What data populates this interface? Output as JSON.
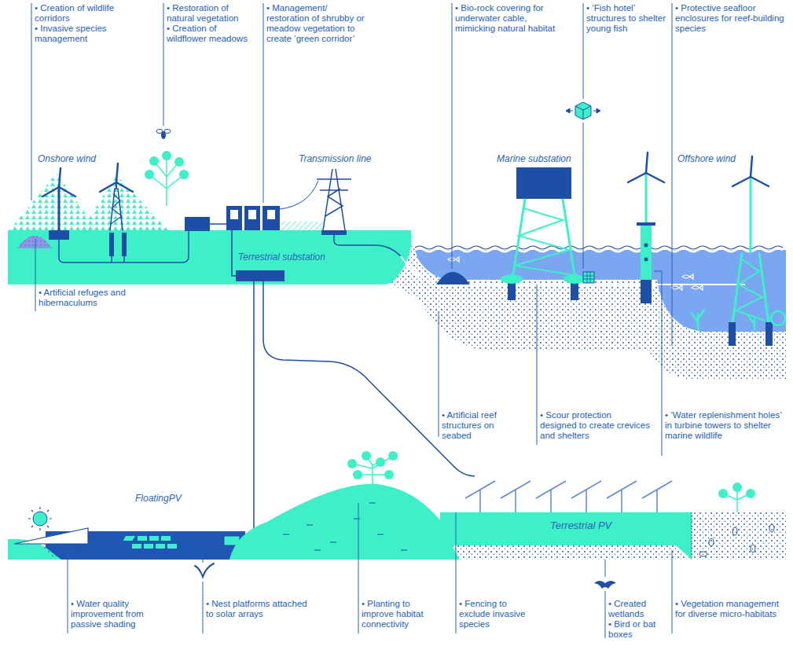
{
  "diagram": {
    "labels": [
      "• Creation of wildlife corridors",
      "• Invasive species management",
      "• Restoration of natural vegetation",
      "• Creation of wildflower meadows",
      "• Management/ restoration of shrubby or meadow vegetation to create ‘green corridor’",
      "• Bio-rock covering for underwater cable, mimicking natural habitat",
      "• ‘Fish hotel’ structures to shelter young fish",
      "• Protective seafloor enclosures for reef-building species",
      "Onshore wind",
      "Transmission line",
      "Marine substation",
      "Offshore wind",
      "Terrestrial substation",
      "• Artificial refuges and hibernaculums",
      "• Artificial reef structures on seabed",
      "• Scour protection designed to create crevices and shelters",
      "• ‘Water replenishment holes’ in turbine towers to shelter marine wildlife",
      "FloatingPV",
      "Terrestrial PV",
      "• Water quality improvement from passive shading",
      "• Nest platforms attached to solar arrays",
      "• Planting to improve habitat connectivity",
      "• Fencing to exclude invasive species",
      "• Created wetlands",
      "• Bird or bat boxes",
      "• Vegetation management for diverse micro-habitats"
    ]
  }
}
